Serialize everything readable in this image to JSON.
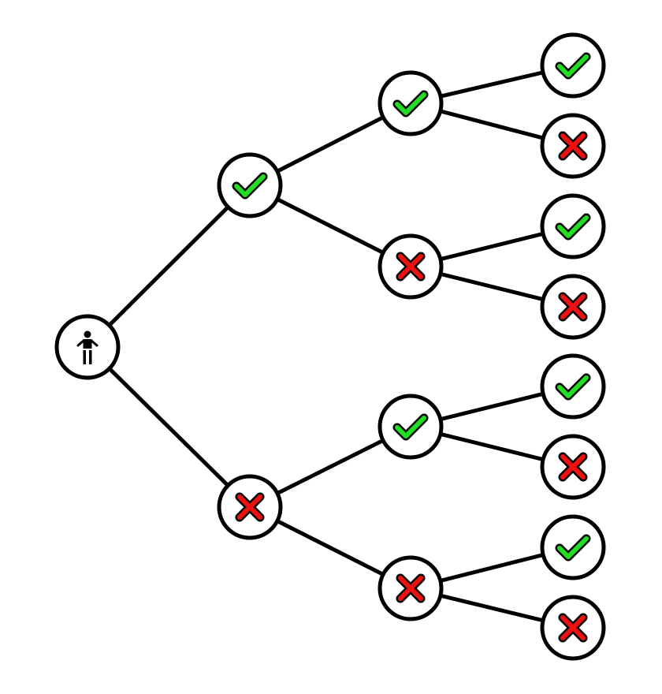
{
  "colors": {
    "line": "#000000",
    "node_fill": "#ffffff",
    "check_green": "#22dd22",
    "cross_red": "#ee1111",
    "icon_outline": "#000000"
  },
  "nodes": [
    {
      "id": "root",
      "icon": "person-icon"
    },
    {
      "id": "n1",
      "icon": "check-icon"
    },
    {
      "id": "n2",
      "icon": "cross-icon"
    },
    {
      "id": "n11",
      "icon": "check-icon"
    },
    {
      "id": "n12",
      "icon": "cross-icon"
    },
    {
      "id": "n21",
      "icon": "check-icon"
    },
    {
      "id": "n22",
      "icon": "cross-icon"
    },
    {
      "id": "n111",
      "icon": "check-icon"
    },
    {
      "id": "n112",
      "icon": "cross-icon"
    },
    {
      "id": "n121",
      "icon": "check-icon"
    },
    {
      "id": "n122",
      "icon": "cross-icon"
    },
    {
      "id": "n211",
      "icon": "check-icon"
    },
    {
      "id": "n212",
      "icon": "cross-icon"
    },
    {
      "id": "n221",
      "icon": "check-icon"
    },
    {
      "id": "n222",
      "icon": "cross-icon"
    }
  ],
  "edges": [
    [
      "root",
      "n1"
    ],
    [
      "root",
      "n2"
    ],
    [
      "n1",
      "n11"
    ],
    [
      "n1",
      "n12"
    ],
    [
      "n2",
      "n21"
    ],
    [
      "n2",
      "n22"
    ],
    [
      "n11",
      "n111"
    ],
    [
      "n11",
      "n112"
    ],
    [
      "n12",
      "n121"
    ],
    [
      "n12",
      "n122"
    ],
    [
      "n21",
      "n211"
    ],
    [
      "n21",
      "n212"
    ],
    [
      "n22",
      "n221"
    ],
    [
      "n22",
      "n222"
    ]
  ]
}
